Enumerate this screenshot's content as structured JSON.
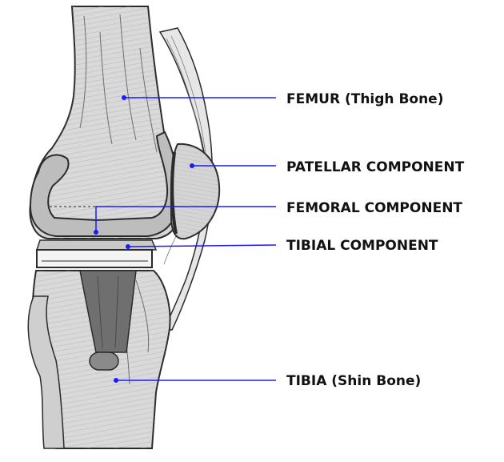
{
  "colors": {
    "leader_line": "#1a1aff",
    "bone_fill": "#d9d9d9",
    "bone_outline": "#2b2b2b",
    "implant_fill": "#bdbdbd",
    "stem_fill": "#6f6f6f",
    "background": "#ffffff"
  },
  "labels": {
    "femur": "FEMUR (Thigh Bone)",
    "patellar": "PATELLAR COMPONENT",
    "femoral": "FEMORAL COMPONENT",
    "tibial": "TIBIAL COMPONENT",
    "tibia": "TIBIA (Shin Bone)"
  }
}
